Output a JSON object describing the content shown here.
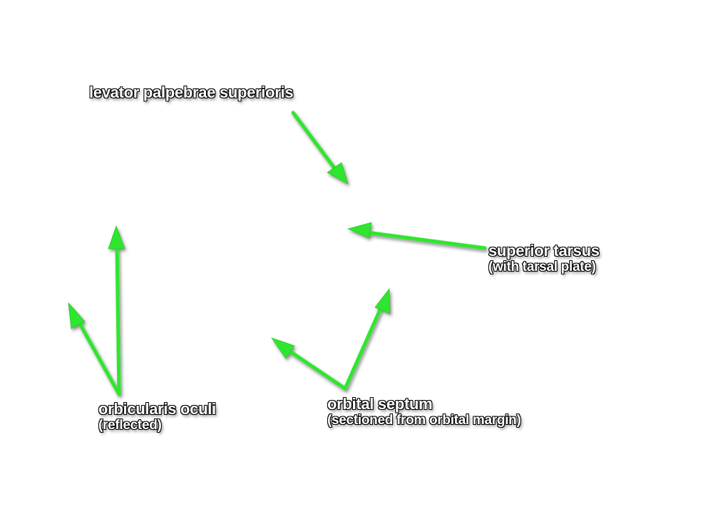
{
  "labels": {
    "levator": {
      "line1": "levator palpebrae superioris"
    },
    "tarsus": {
      "line1": "superior tarsus",
      "line2": "(with tarsal plate)"
    },
    "septum": {
      "line1": "orbital septum",
      "line2": "(sectioned from orbital margin)"
    },
    "oculi": {
      "line1": "orbicularis oculi",
      "line2": "(reflected)"
    }
  },
  "colors": {
    "arrow": "#2ee62e",
    "label_text": "#ffffff",
    "label_outline": "#000000",
    "background": "#ffffff"
  }
}
